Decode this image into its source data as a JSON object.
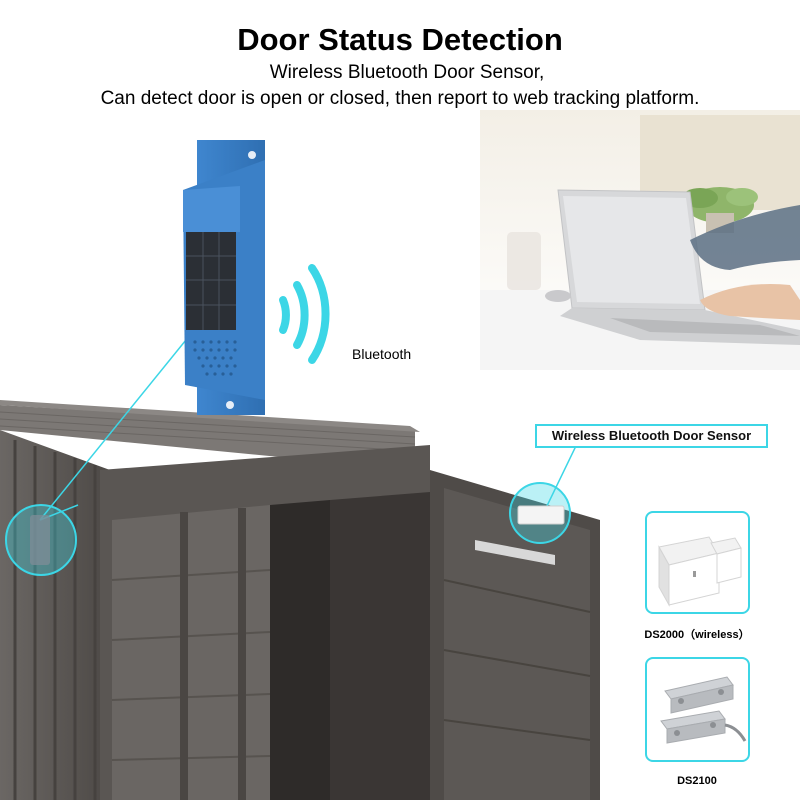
{
  "header": {
    "title": "Door Status Detection",
    "subtitle_line1": "Wireless Bluetooth Door Sensor,",
    "subtitle_line2": "Can detect door is open or closed, then report to web tracking platform."
  },
  "signal": {
    "label": "Bluetooth"
  },
  "callout": {
    "sensor_label": "Wireless Bluetooth Door Sensor"
  },
  "products": [
    {
      "label": "DS2000（wireless）",
      "icon": "magnetic-door-sensor-icon"
    },
    {
      "label": "DS2100",
      "icon": "metal-door-switch-icon"
    }
  ],
  "colors": {
    "accent": "#3cd6e6",
    "device_blue": "#3b7fc4",
    "container_grey": "#55514e"
  }
}
